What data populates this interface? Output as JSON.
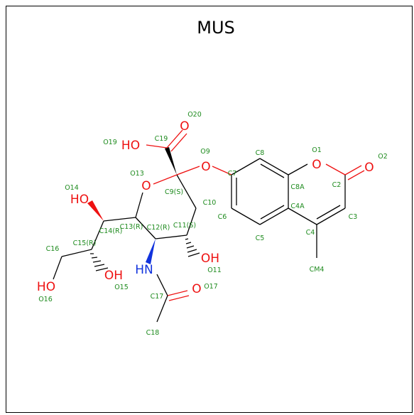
{
  "title": "MUS",
  "atoms": {
    "O": "O",
    "HO": "HO",
    "OH": "OH",
    "HN": "HN"
  },
  "labels": {
    "O20": "O20",
    "C19": "C19",
    "O19": "O19",
    "O9": "O9",
    "C8": "C8",
    "O1": "O1",
    "O2": "O2",
    "O13": "O13",
    "C7": "C7",
    "C9S": "C9(S)",
    "C8A": "C8A",
    "C2": "C2",
    "O14": "O14",
    "C10": "C10",
    "C6": "C6",
    "C4A": "C4A",
    "C3": "C3",
    "C14R": "C14(R)",
    "C13R": "C13(R)",
    "C12R": "C12(R)",
    "C11S": "C11(S)",
    "C15R": "C15(R)",
    "C5": "C5",
    "C4": "C4",
    "C16": "C16",
    "O11": "O11",
    "CM4": "CM4",
    "O15": "O15",
    "C17": "C17",
    "O17": "O17",
    "O16": "O16",
    "C18": "C18"
  },
  "colors": {
    "oxygen": "#ee1111",
    "nitrogen": "#1133dd",
    "label": "#1e8b1e",
    "bond": "#000000"
  }
}
